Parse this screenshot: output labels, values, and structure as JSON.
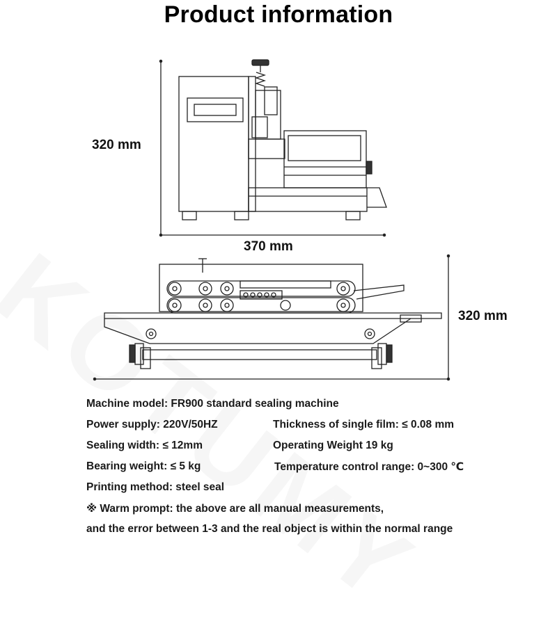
{
  "page": {
    "title": "Product information",
    "watermark": "KOTUMY"
  },
  "dimensions": {
    "front_height": "320 mm",
    "front_width": "370 mm",
    "side_height": "320 mm"
  },
  "specs": {
    "model": "Machine model: FR900 standard sealing machine",
    "power": "Power supply: 220V/50HZ",
    "film": "Thickness of single film: ≤ 0.08 mm",
    "sealing_width": "Sealing width: ≤ 12mm",
    "weight": "Operating Weight 19 kg",
    "bearing": "Bearing weight: ≤ 5 kg",
    "temperature": "Temperature control range: 0~300 ℃",
    "printing": "Printing method: steel seal",
    "note_line1": "※ Warm prompt: the above are all manual measurements,",
    "note_line2": "and the error between 1-3 and the real object is within the normal range"
  }
}
